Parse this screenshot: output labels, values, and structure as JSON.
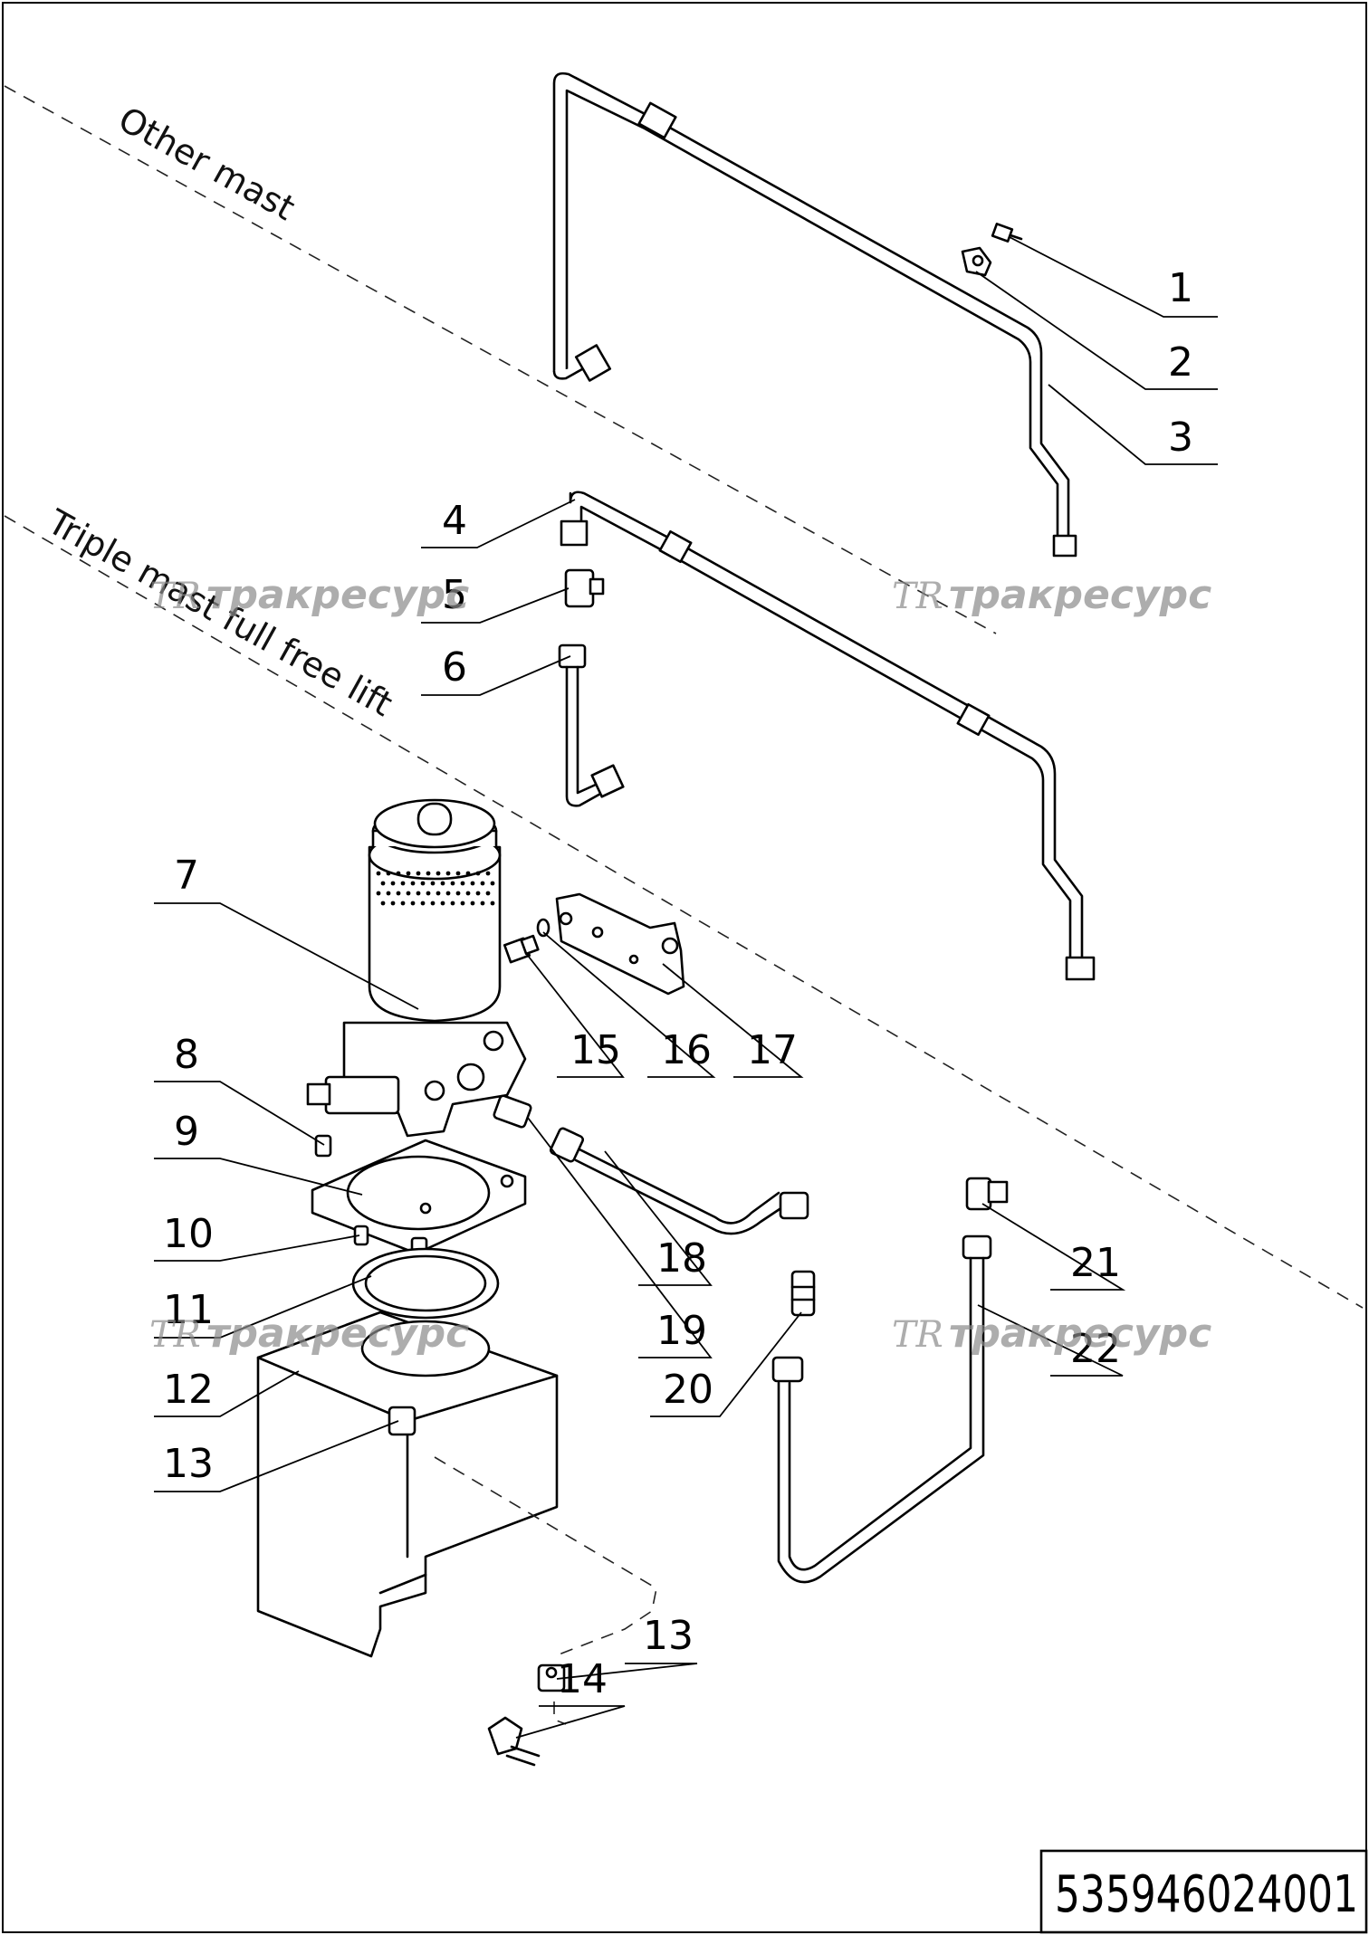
{
  "zone_labels": {
    "other_mast": "Other mast",
    "triple_mast": "Triple mast full free lift"
  },
  "callouts": {
    "c1": "1",
    "c2": "2",
    "c3": "3",
    "c4": "4",
    "c5": "5",
    "c6": "6",
    "c7": "7",
    "c8": "8",
    "c9": "9",
    "c10": "10",
    "c11": "11",
    "c12": "12",
    "c13a": "13",
    "c13b": "13",
    "c14": "14",
    "c15": "15",
    "c16": "16",
    "c17": "17",
    "c18": "18",
    "c19": "19",
    "c20": "20",
    "c21": "21",
    "c22": "22"
  },
  "watermark": {
    "logo": "TR",
    "text": "тракресурс"
  },
  "drawing_number": "535946024001"
}
